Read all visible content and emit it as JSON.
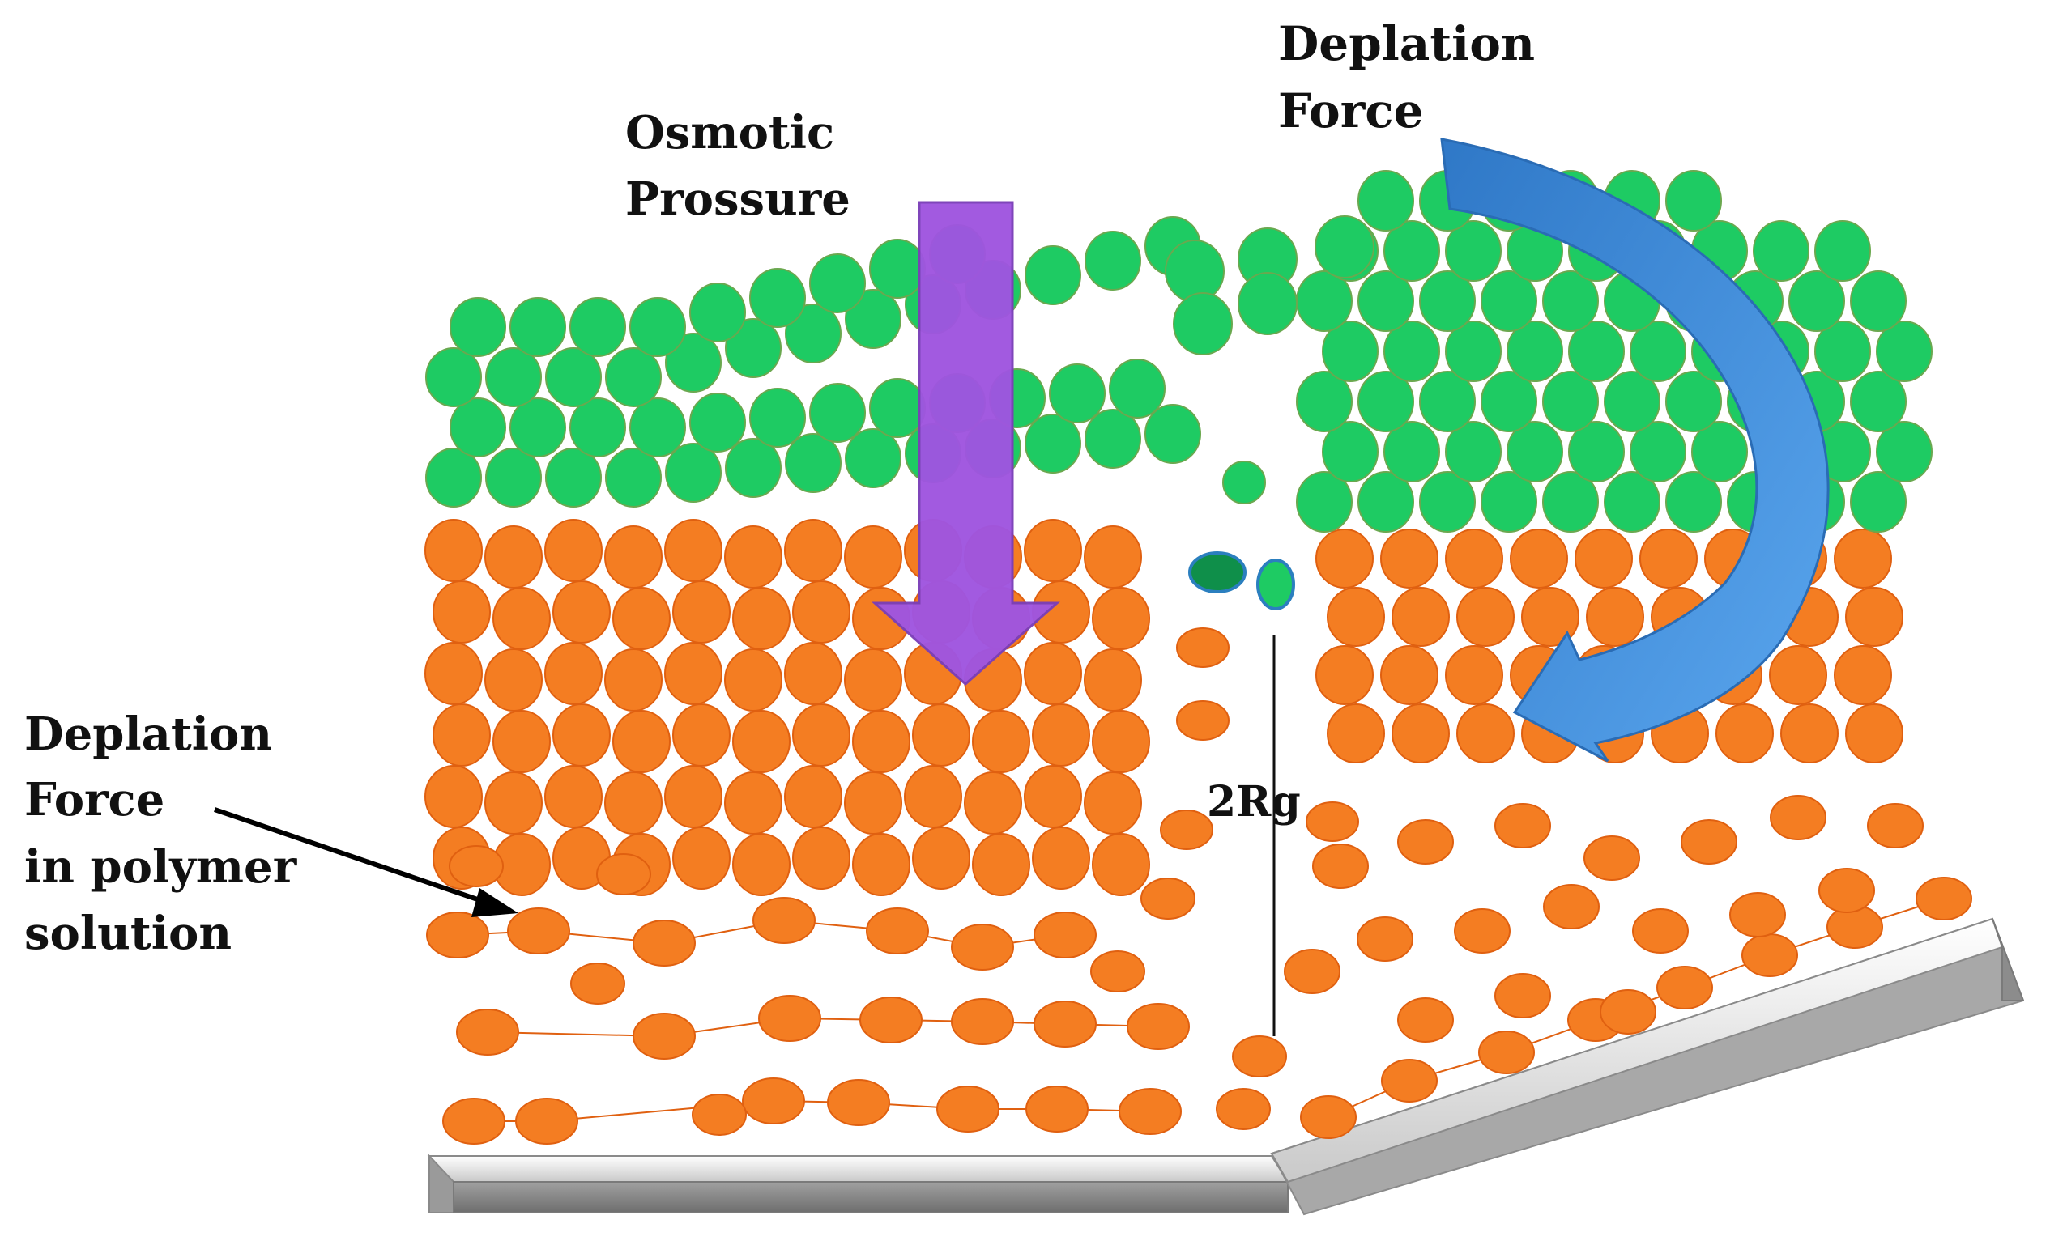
{
  "labels": {
    "osmotic_line1": "Osmotic",
    "osmotic_line2": "Prossure",
    "depletion_top_line1": "Deplation",
    "depletion_top_line2": "Force",
    "depletion_left_line1": "Deplation",
    "depletion_left_line2": "Force",
    "depletion_left_line3": "in polymer",
    "depletion_left_line4": "solution",
    "gap_label": "2Rg"
  },
  "colors": {
    "green_particle": "#1ECB63",
    "green_stroke": "#6AA84F",
    "dark_green_particle": "#0F8F4A",
    "orange_particle": "#F47D22",
    "orange_stroke": "#E06010",
    "purple_arrow": "#9F55E0",
    "blue_arrow": "#3F8BD9",
    "surface_gray": "#B9B9B9"
  }
}
